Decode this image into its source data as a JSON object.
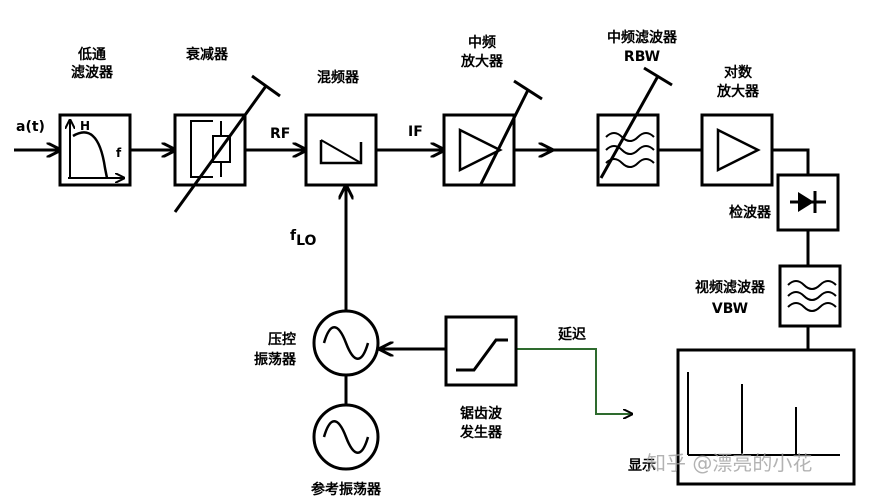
{
  "labels": {
    "input": "a(t)",
    "lpf_line1": "低通",
    "lpf_line2": "滤波器",
    "lpf_axis_h": "H",
    "lpf_axis_f": "f",
    "attenuator": "衰减器",
    "rf": "RF",
    "mixer": "混频器",
    "if": "IF",
    "if_amp_line1": "中频",
    "if_amp_line2": "放大器",
    "if_filter_line1": "中频滤波器",
    "if_filter_line2": "RBW",
    "log_amp_line1": "对数",
    "log_amp_line2": "放大器",
    "detector": "检波器",
    "video_filter_line1": "视频滤波器",
    "video_filter_line2": "VBW",
    "flo_main": "f",
    "flo_sub": "LO",
    "vco_line1": "压控",
    "vco_line2": "振荡器",
    "ref_osc": "参考振荡器",
    "sweep_gen_line1": "锯齿波",
    "sweep_gen_line2": "发生器",
    "delay": "延迟",
    "display": "显示",
    "watermark": "知乎 @漂亮的小花"
  },
  "colors": {
    "line": "#000000",
    "delay_wire": "#2e6b2e",
    "watermark": "#9a9a9a"
  }
}
